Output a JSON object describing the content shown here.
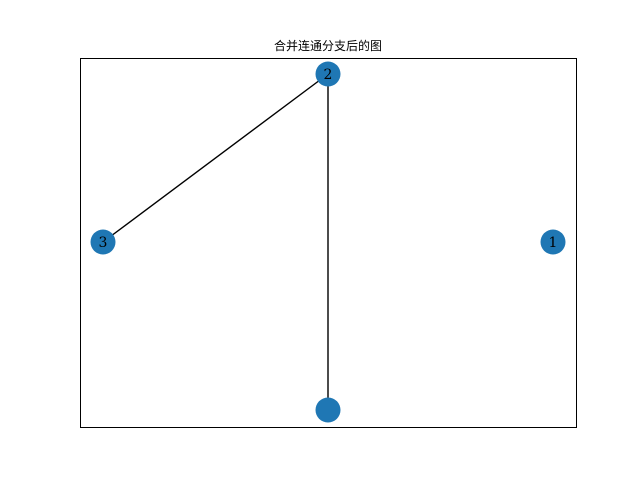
{
  "figure": {
    "title": "合并连通分支后的图"
  },
  "colors": {
    "node": "#1f77b4",
    "edge": "#000000",
    "frame": "#000000",
    "background": "#ffffff"
  },
  "graph": {
    "nodes": [
      {
        "id": "n2",
        "label": "2"
      },
      {
        "id": "n3",
        "label": "3"
      },
      {
        "id": "n1",
        "label": "1"
      },
      {
        "id": "n4",
        "label": ""
      }
    ],
    "edges": [
      {
        "from": "n2",
        "to": "n3"
      },
      {
        "from": "n2",
        "to": "n4"
      }
    ]
  }
}
